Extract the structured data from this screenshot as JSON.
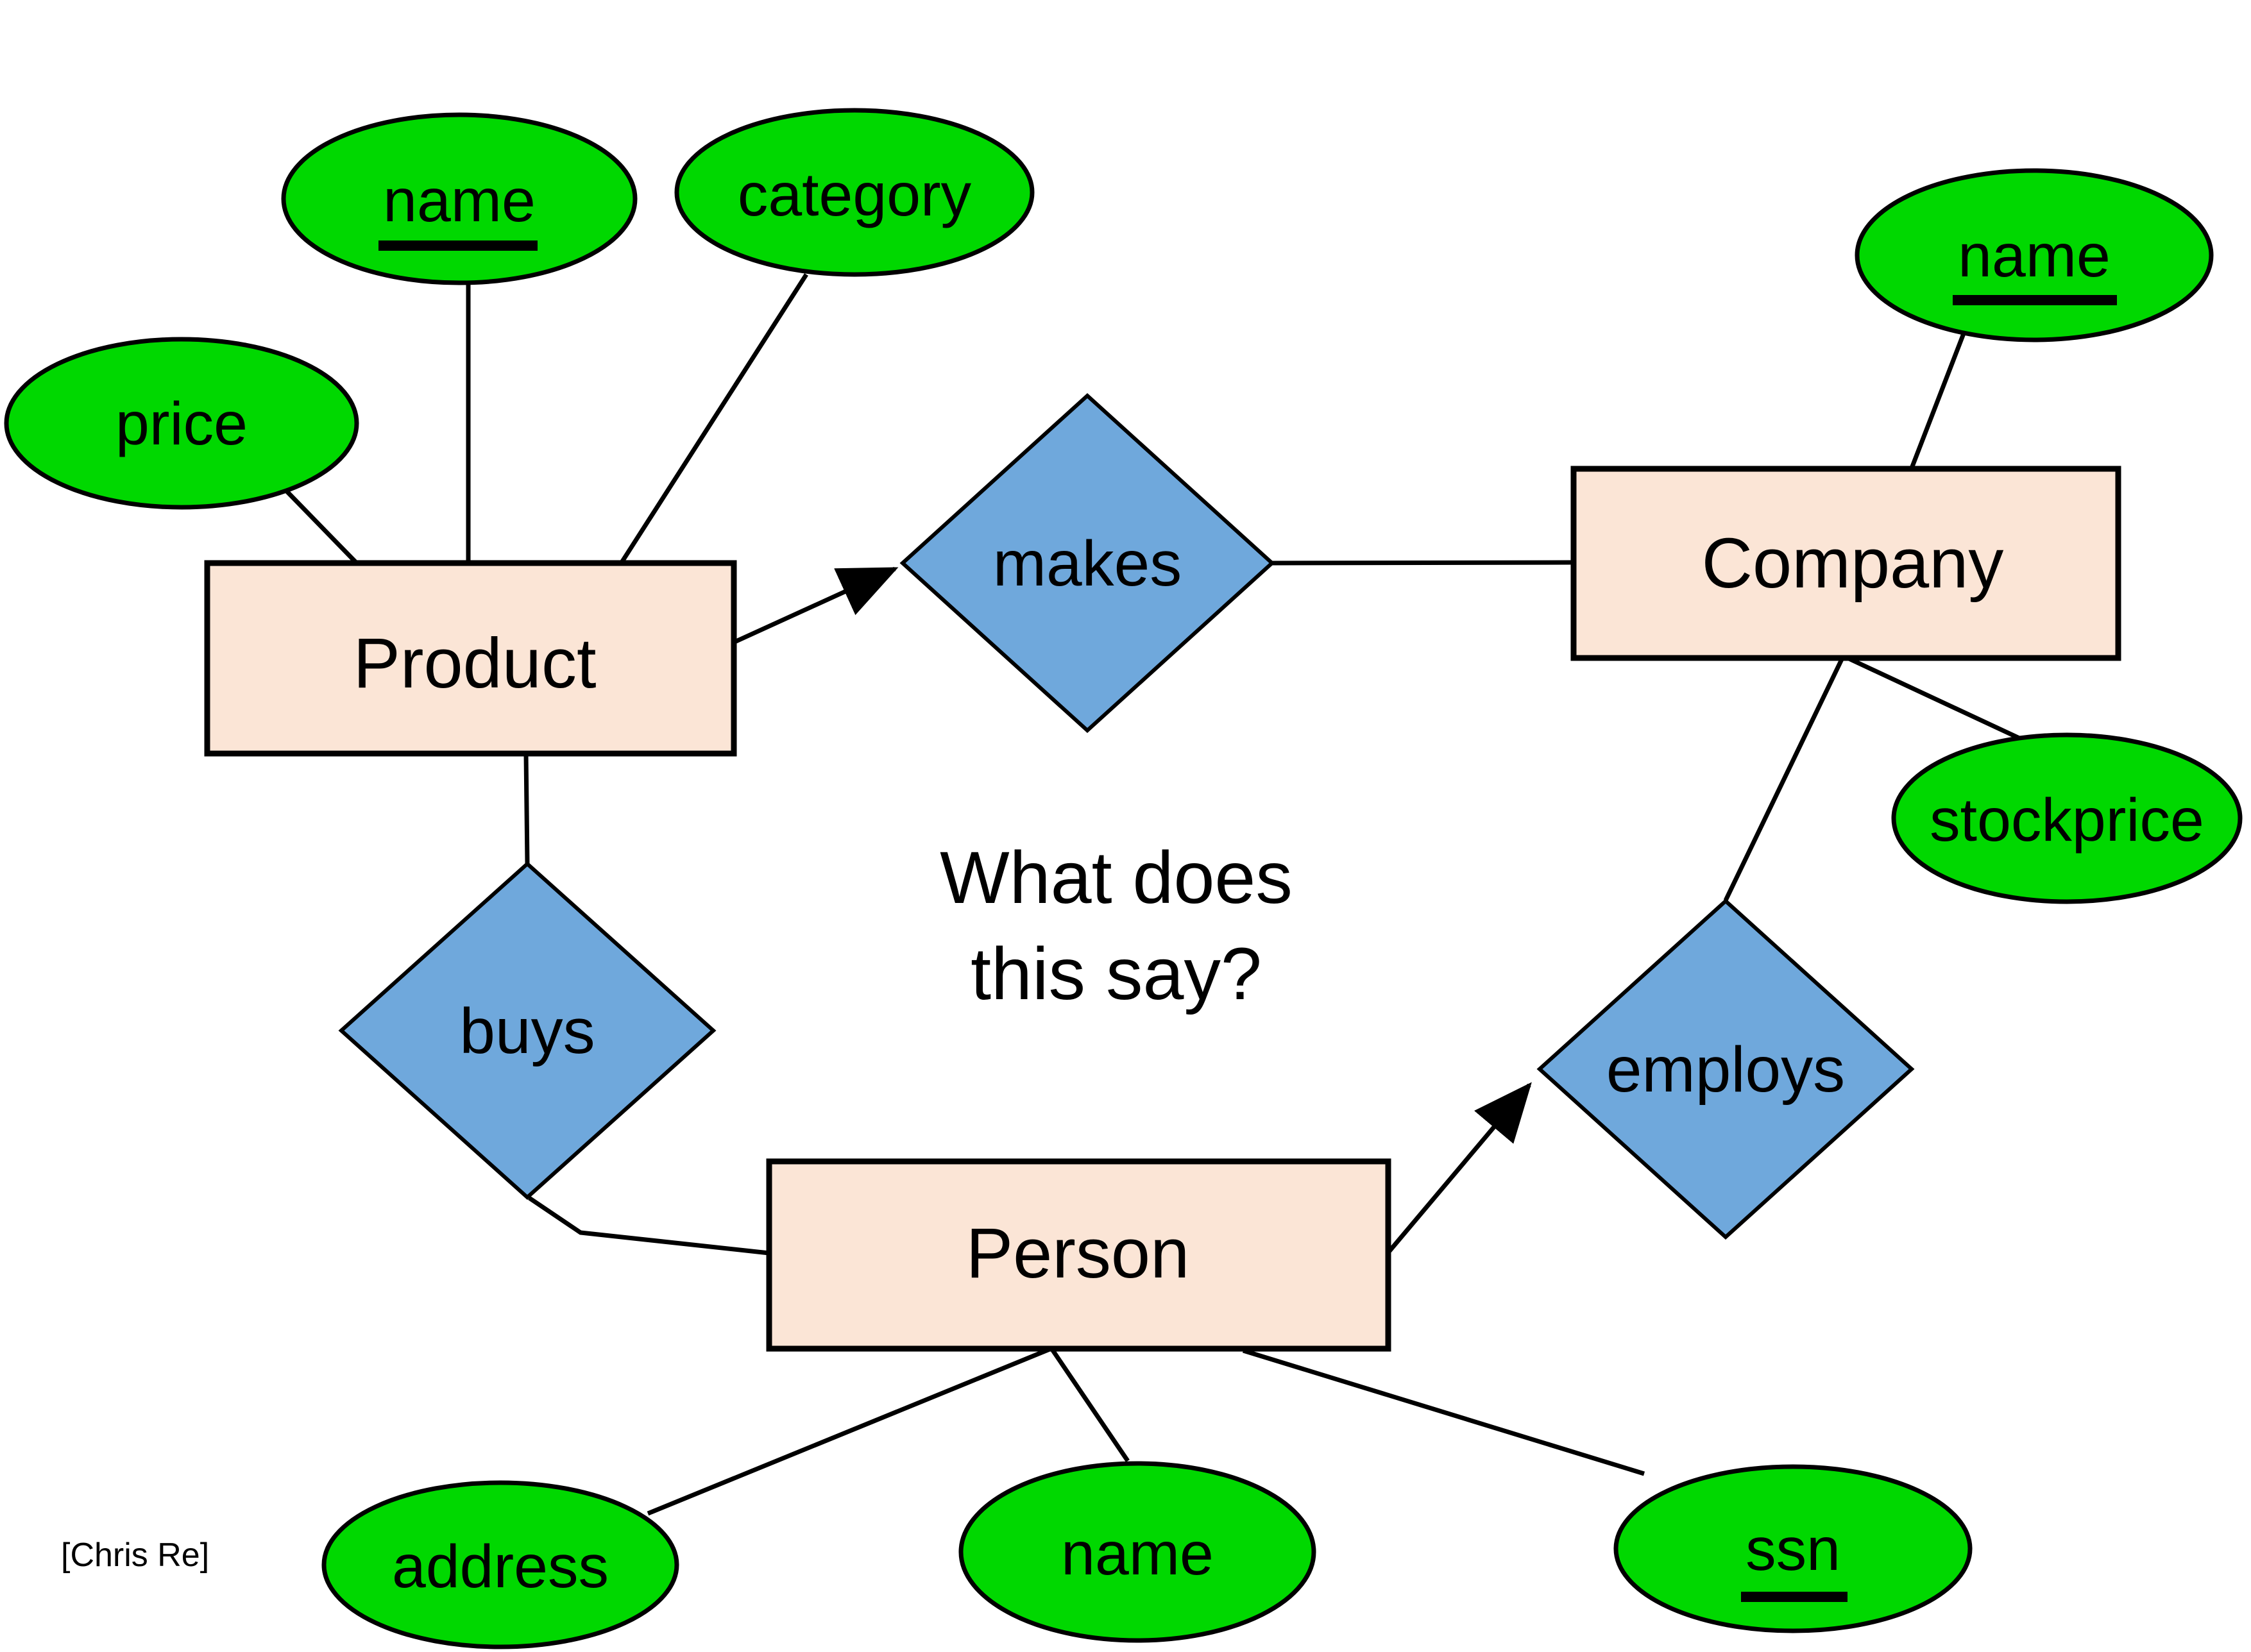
{
  "colors": {
    "entity_fill": "#fbe5d6",
    "attribute_fill": "#00d800",
    "relationship_fill": "#6fa8dc",
    "line": "#000000"
  },
  "question": {
    "line1": "What does",
    "line2": "this say?"
  },
  "attribution": "[Chris Re]",
  "entities": [
    {
      "id": "product",
      "label": "Product"
    },
    {
      "id": "company",
      "label": "Company"
    },
    {
      "id": "person",
      "label": "Person"
    }
  ],
  "relationships": [
    {
      "id": "makes",
      "label": "makes",
      "connects": "Product to Company",
      "arrow_into": "makes"
    },
    {
      "id": "buys",
      "label": "buys",
      "connects": "Product to Person",
      "arrow_into": ""
    },
    {
      "id": "employs",
      "label": "employs",
      "connects": "Company to Person",
      "arrow_into": "employs"
    }
  ],
  "attributes": [
    {
      "id": "price",
      "label": "price",
      "key": false,
      "entity": "Product"
    },
    {
      "id": "product-name",
      "label": "name",
      "key": true,
      "entity": "Product"
    },
    {
      "id": "category",
      "label": "category",
      "key": false,
      "entity": "Product"
    },
    {
      "id": "company-name",
      "label": "name",
      "key": true,
      "entity": "Company"
    },
    {
      "id": "stockprice",
      "label": "stockprice",
      "key": false,
      "entity": "Company"
    },
    {
      "id": "address",
      "label": "address",
      "key": false,
      "entity": "Person"
    },
    {
      "id": "person-name",
      "label": "name",
      "key": false,
      "entity": "Person"
    },
    {
      "id": "ssn",
      "label": "ssn",
      "key": true,
      "entity": "Person"
    }
  ]
}
